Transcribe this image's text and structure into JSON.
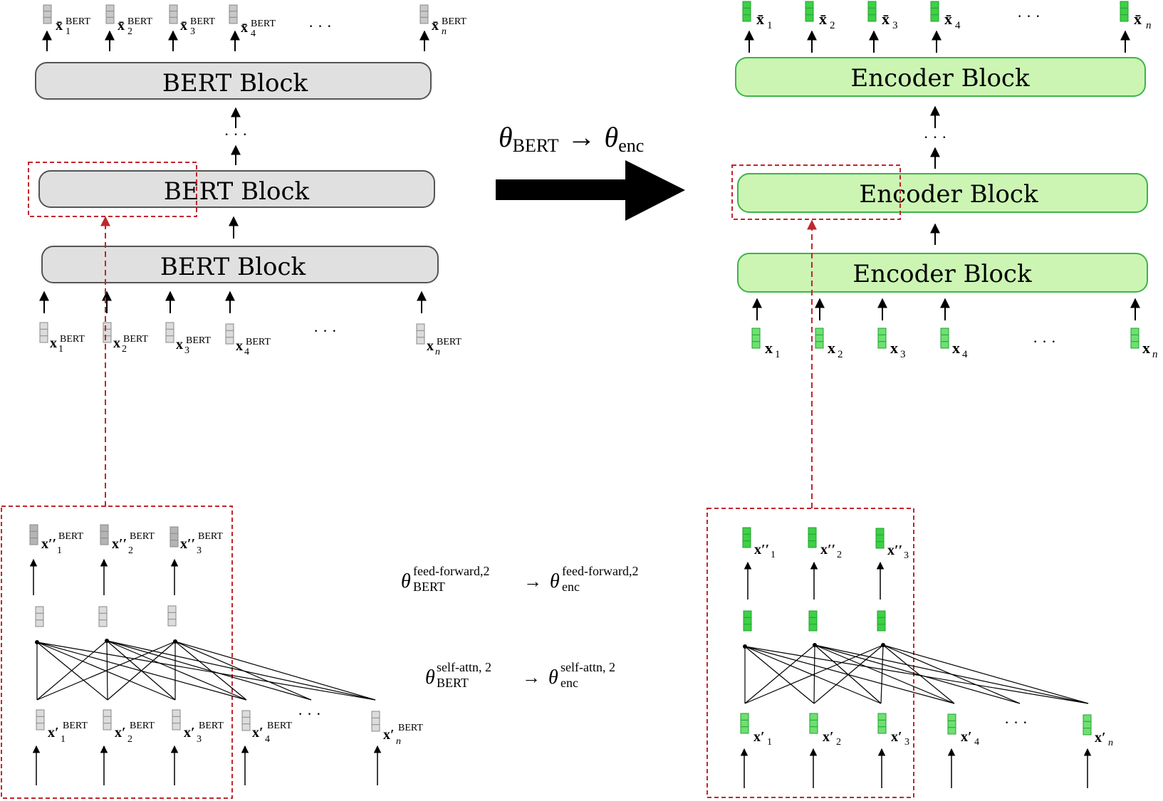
{
  "left": {
    "block_label": "BERT Block",
    "top_labels": [
      "x̄₁ᴮᴱᴿᵀ"
    ],
    "top_main": [
      "x̄",
      "x̄",
      "x̄",
      "x̄",
      "x̄"
    ],
    "top_idx": [
      "1",
      "2",
      "3",
      "4",
      "n"
    ],
    "top_sup": "BERT",
    "in_main": [
      "x",
      "x",
      "x",
      "x",
      "x"
    ],
    "in_idx": [
      "1",
      "2",
      "3",
      "4",
      "n"
    ],
    "in_sup": "BERT",
    "dd_main": "x′′",
    "dd_idx": [
      "1",
      "2",
      "3"
    ],
    "dd_sup": "BERT",
    "d_main": "x′",
    "d_idx": [
      "1",
      "2",
      "3",
      "4",
      "n"
    ],
    "d_sup": "BERT",
    "dots": "· · ·",
    "colors": {
      "block_fill": "#e0e0e0",
      "block_stroke": "#555555",
      "vec_fill": "#c8c8c8",
      "vec_fill_light": "#dcdcdc",
      "vec_stroke": "#888888"
    }
  },
  "right": {
    "block_label": "Encoder Block",
    "top_main": "x̄",
    "top_idx": [
      "1",
      "2",
      "3",
      "4",
      "n"
    ],
    "in_main": "x",
    "in_idx": [
      "1",
      "2",
      "3",
      "4",
      "n"
    ],
    "dd_main": "x′′",
    "dd_idx": [
      "1",
      "2",
      "3"
    ],
    "d_main": "x′",
    "d_idx": [
      "1",
      "2",
      "3",
      "4",
      "n"
    ],
    "dots": "· · ·",
    "colors": {
      "block_fill": "#ccf5b4",
      "block_stroke": "#3cb44b",
      "vec_fill": "#3ed046",
      "vec_fill_light": "#6ee072",
      "vec_stroke": "#22a030"
    }
  },
  "transfer": {
    "theta": "θ",
    "bert_sub": "BERT",
    "enc_sub": "enc",
    "arrow": "→"
  },
  "ff": {
    "sup": "feed-forward,2"
  },
  "sa": {
    "sup": "self-attn, 2"
  },
  "colors": {
    "dashed_red": "#c0262d",
    "arrow_black": "#000000"
  }
}
